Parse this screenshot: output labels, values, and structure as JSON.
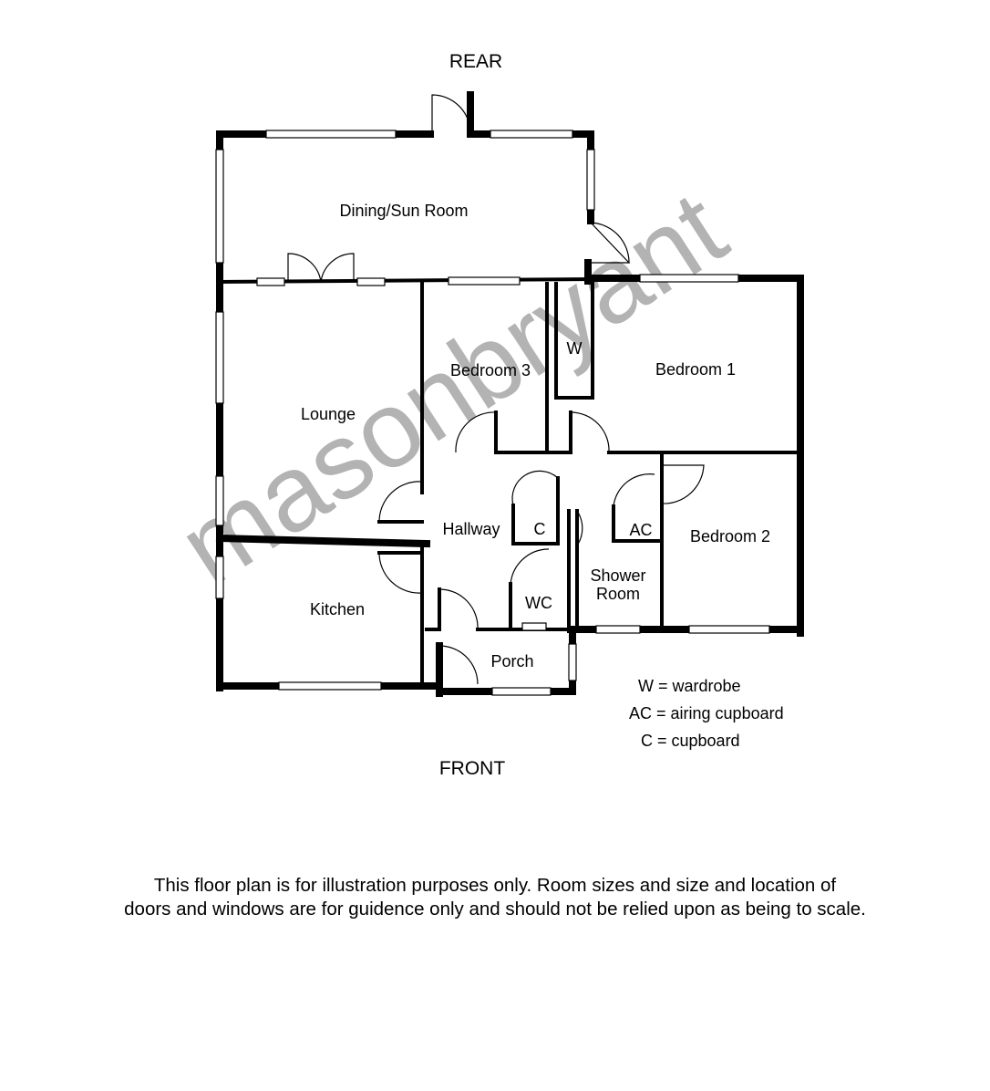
{
  "orientation": {
    "rear": "REAR",
    "front": "FRONT"
  },
  "rooms": {
    "dining_sun_room": "Dining/Sun Room",
    "lounge": "Lounge",
    "bedroom3": "Bedroom 3",
    "wardrobe_w": "W",
    "bedroom1": "Bedroom 1",
    "hallway": "Hallway",
    "cupboard_c": "C",
    "airing_cupboard_ac": "AC",
    "bedroom2": "Bedroom 2",
    "shower_room_line1": "Shower",
    "shower_room_line2": "Room",
    "wc": "WC",
    "kitchen": "Kitchen",
    "porch": "Porch"
  },
  "legend": {
    "w": "W = wardrobe",
    "ac": "AC = airing cupboard",
    "c": "C = cupboard"
  },
  "watermark": "masonbryant",
  "disclaimer": {
    "line1": "This floor plan is for illustration purposes only. Room sizes and size and location of",
    "line2": "doors and windows are for guidence only and should not be relied upon as being to scale."
  }
}
